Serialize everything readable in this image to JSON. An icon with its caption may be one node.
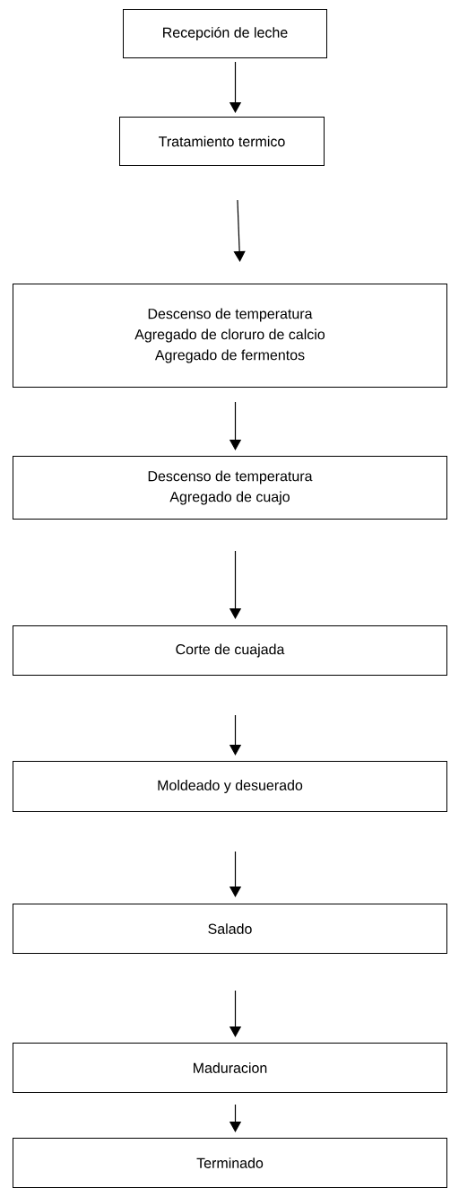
{
  "diagram": {
    "nodes": [
      {
        "text": [
          "Recepción de leche"
        ]
      },
      {
        "text": [
          "Tratamiento termico"
        ]
      },
      {
        "text": [
          "Descenso de temperatura",
          "Agregado de cloruro de calcio",
          "Agregado de fermentos"
        ]
      },
      {
        "text": [
          "Descenso de temperatura",
          "Agregado de cuajo"
        ]
      },
      {
        "text": [
          "Corte de cuajada"
        ]
      },
      {
        "text": [
          "Moldeado y desuerado"
        ]
      },
      {
        "text": [
          "Salado"
        ]
      },
      {
        "text": [
          "Maduracion"
        ]
      },
      {
        "text": [
          "Terminado"
        ]
      }
    ],
    "edges": [
      {
        "from": 0,
        "to": 1,
        "arrow": "to"
      },
      {
        "from": 1,
        "to": 2,
        "arrow": "to"
      },
      {
        "from": 2,
        "to": 3,
        "arrow": "to"
      },
      {
        "from": 3,
        "to": 4,
        "arrow": "to"
      },
      {
        "from": 4,
        "to": 5,
        "arrow": "to"
      },
      {
        "from": 5,
        "to": 6,
        "arrow": "to"
      },
      {
        "from": 6,
        "to": 7,
        "arrow": "to"
      },
      {
        "from": 7,
        "to": 8,
        "arrow": "to"
      }
    ]
  }
}
